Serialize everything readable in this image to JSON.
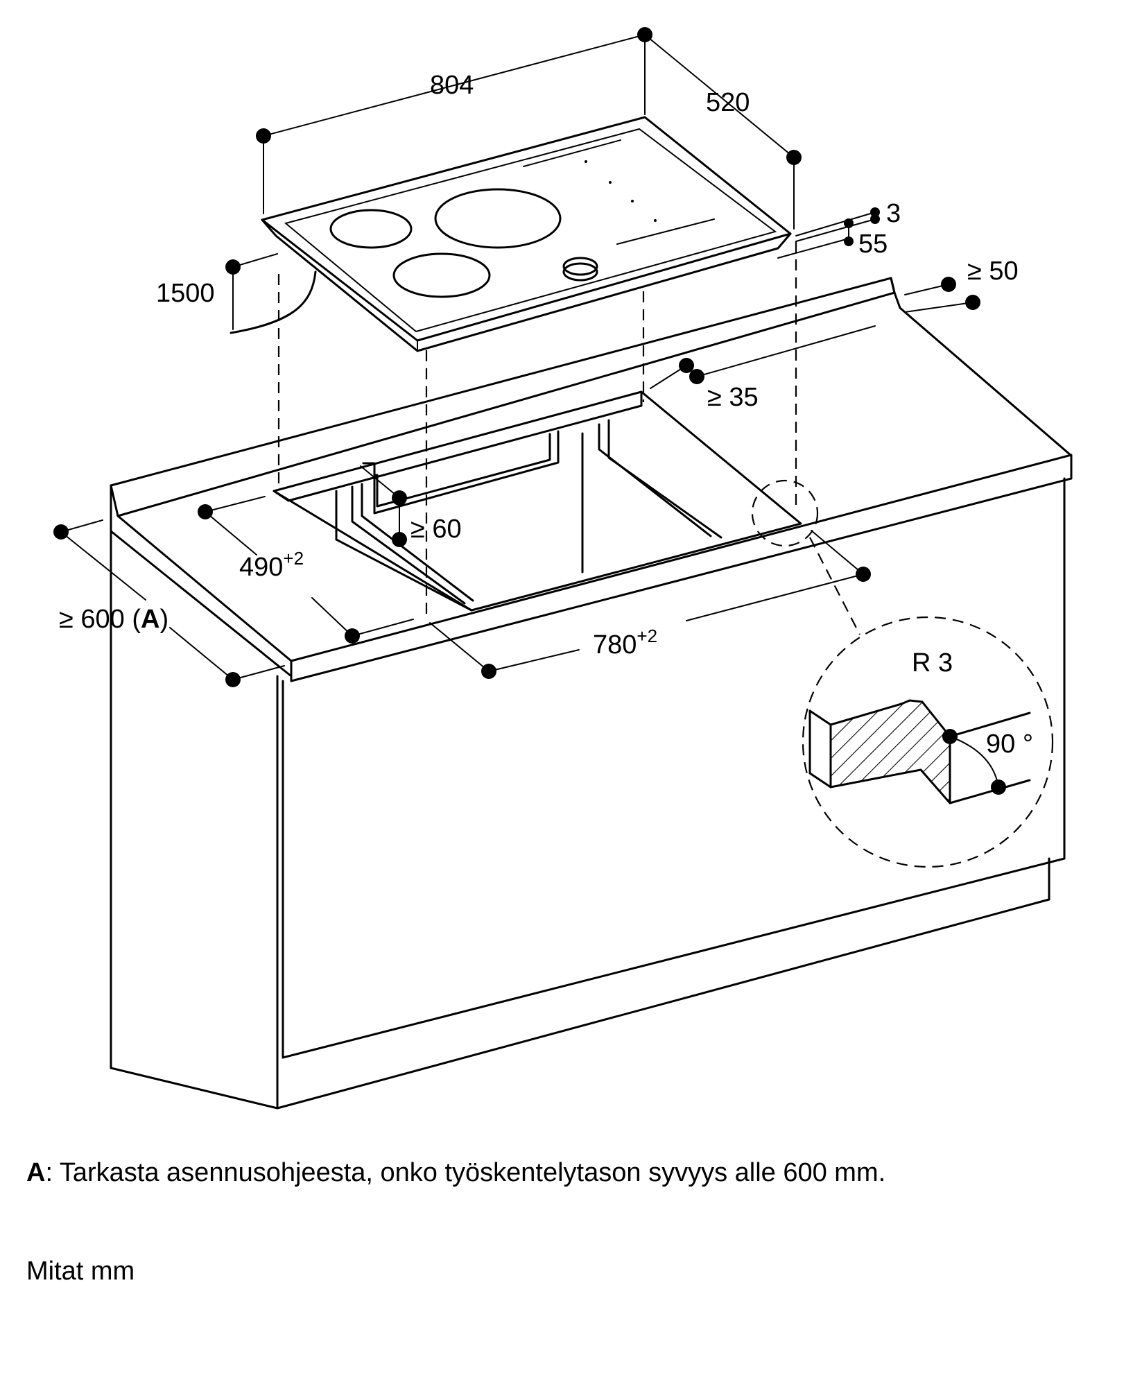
{
  "diagram": {
    "dimensions": {
      "width_804": "804",
      "depth_520": "520",
      "thickness_3": "3",
      "height_55": "55",
      "cable_1500": "1500",
      "rear_gap": "≥ 50",
      "front_gap_35": "≥ 35",
      "gap_60": "≥ 60",
      "cutout_depth": "490",
      "cutout_depth_tol": "+2",
      "cutout_width": "780",
      "cutout_width_tol": "+2",
      "worktop_depth": "≥ 600 (",
      "worktop_depth_ref": "A",
      "worktop_depth_close": ")",
      "radius": "R 3",
      "angle": "90 °"
    }
  },
  "notes": {
    "a_label": "A",
    "a_text": ":  Tarkasta asennusohjeesta, onko työskentelytason syvyys alle 600 mm.",
    "units": "Mitat mm"
  }
}
